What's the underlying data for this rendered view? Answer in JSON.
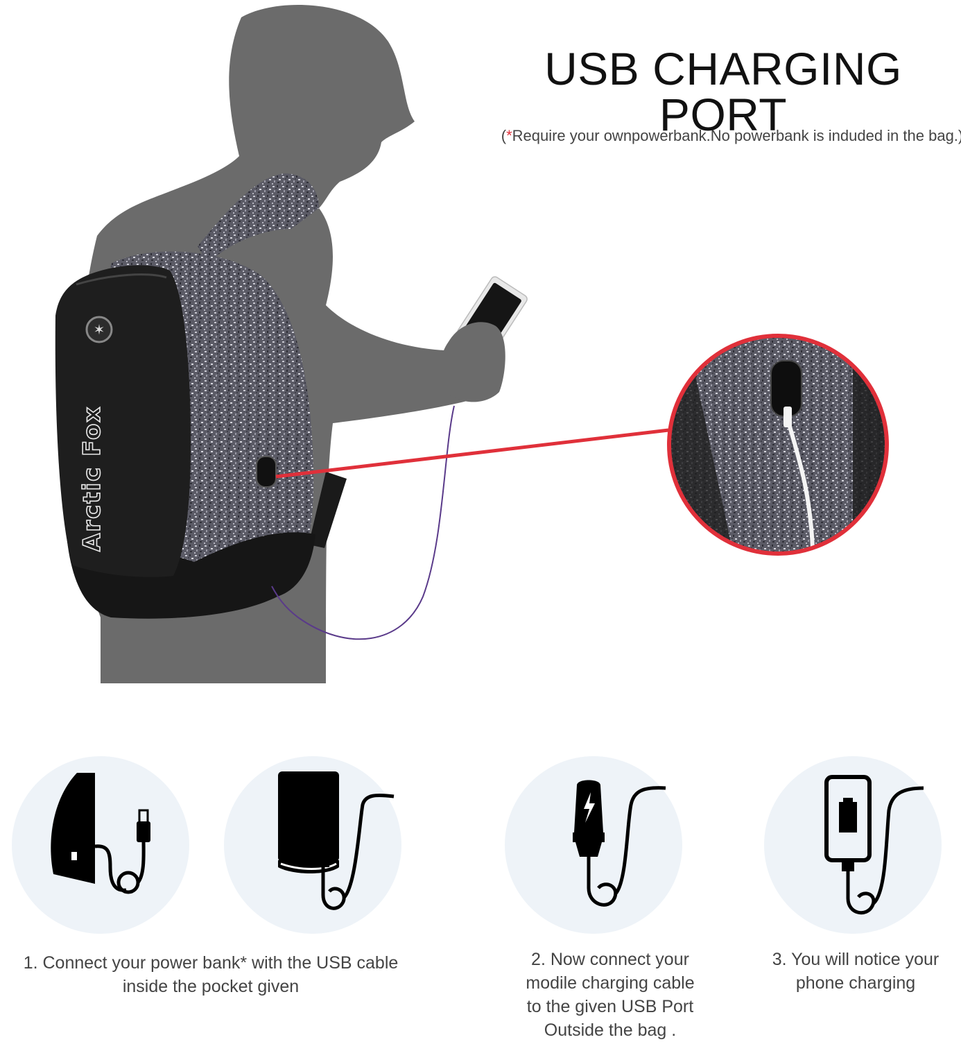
{
  "header": {
    "title": "USB CHARGING PORT",
    "note_open": "(",
    "note_star": "*",
    "note_text": "Require your ownpowerbank.No powerbank is induded in the bag.)"
  },
  "hero": {
    "brand_label": "Arctic Fox",
    "accent_color": "#e0303a",
    "cable_color": "#5a3a8a"
  },
  "steps": [
    {
      "caption_line1": "1. Connect  your power  bank*  with the  USB  cable",
      "caption_line2": "inside the pocket given"
    },
    {
      "caption_line1": "2. Now connect your",
      "caption_line2": "modile charging cable",
      "caption_line3": "to the given USB Port",
      "caption_line4": "Outside the bag ."
    },
    {
      "caption_line1": "3.  You  will notice your",
      "caption_line2": "phone charging"
    }
  ],
  "icons": [
    "bag-side-icon",
    "power-bank-icon",
    "usb-plug-icon",
    "phone-charging-icon"
  ]
}
